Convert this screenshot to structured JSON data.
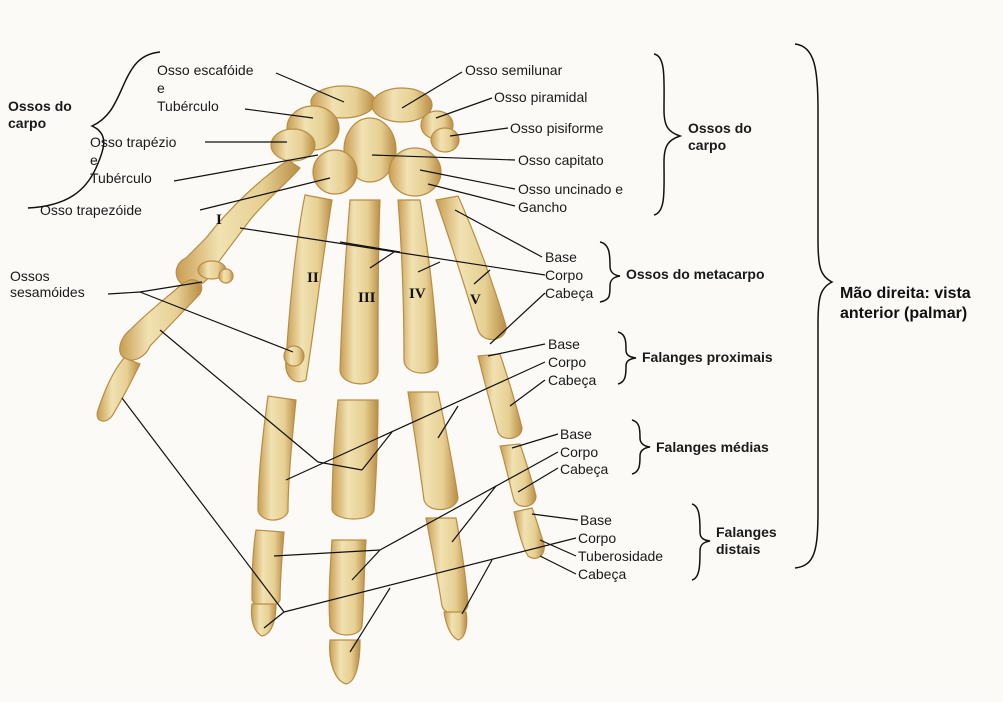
{
  "colors": {
    "bone": "#ead7a0",
    "bone_shade": "#cfa95e",
    "bone_edge": "#b98d45",
    "line": "#111111",
    "paper": "#fbfaf6"
  },
  "title": {
    "line1": "Mão direita: vista",
    "line2": "anterior (palmar)"
  },
  "left_carpal_group": {
    "line1": "Ossos do",
    "line2": "carpo"
  },
  "right_carpal_group": {
    "line1": "Ossos do",
    "line2": "carpo"
  },
  "carpals_left": {
    "escafoide": "Osso escafóide",
    "e1": "e",
    "tuberculo1": "Tubérculo",
    "trapezio": "Osso trapézio",
    "e2": "e",
    "tuberculo2": "Tubérculo",
    "trapezoide": "Osso trapezóide"
  },
  "carpals_right": {
    "semilunar": "Osso semilunar",
    "piramidal": "Osso piramidal",
    "pisiforme": "Osso pisiforme",
    "capitato": "Osso capitato",
    "uncinado": "Osso uncinado e",
    "gancho": "Gancho"
  },
  "sesamoids": {
    "line1": "Ossos",
    "line2": "sesamóides"
  },
  "roman_numerals": [
    "I",
    "II",
    "III",
    "IV",
    "V"
  ],
  "metacarpals": {
    "base": "Base",
    "corpo": "Corpo",
    "cabeca": "Cabeça",
    "group": "Ossos do metacarpo"
  },
  "proximal_phalanges": {
    "base": "Base",
    "corpo": "Corpo",
    "cabeca": "Cabeça",
    "group": "Falanges proximais"
  },
  "middle_phalanges": {
    "base": "Base",
    "corpo": "Corpo",
    "cabeca": "Cabeça",
    "group": "Falanges médias"
  },
  "distal_phalanges": {
    "base": "Base",
    "corpo": "Corpo",
    "tuberosidade": "Tuberosidade",
    "cabeca": "Cabeça",
    "group_line1": "Falanges",
    "group_line2": "distais"
  }
}
